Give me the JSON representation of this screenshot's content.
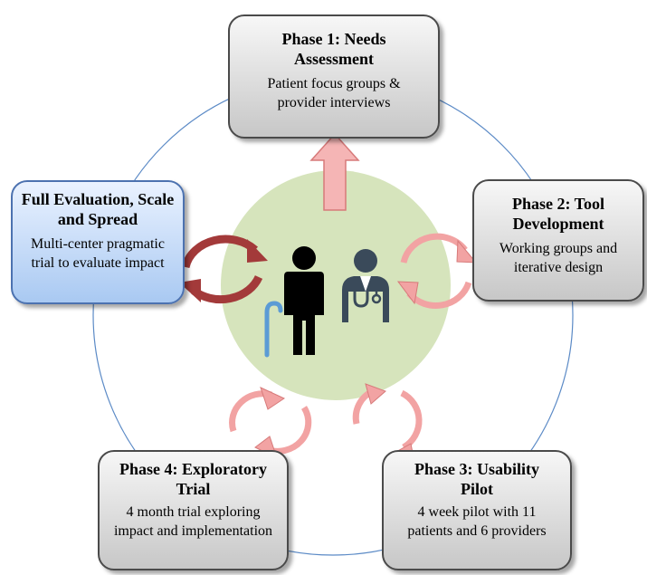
{
  "phases": [
    {
      "id": "needs",
      "title": "Phase 1: Needs Assessment",
      "body": "Patient focus groups & provider interviews"
    },
    {
      "id": "tool",
      "title": "Phase 2: Tool Development",
      "body": "Working groups and iterative design"
    },
    {
      "id": "usability",
      "title": "Phase 3: Usability Pilot",
      "body": "4 week pilot with 11 patients and 6 providers"
    },
    {
      "id": "exploratory",
      "title": "Phase 4: Exploratory Trial",
      "body": "4 month trial exploring impact and implementation"
    },
    {
      "id": "full",
      "title": "Full Evaluation, Scale and Spread",
      "body": "Multi-center pragmatic trial to evaluate impact"
    }
  ],
  "icons": [
    "patient-with-cane-icon",
    "provider-stethoscope-icon"
  ],
  "colors": {
    "ring": "#5b8ac6",
    "center": "#d6e4bc",
    "pink_arrow": "#f2a3a3",
    "pink_arrow_stroke": "#d77a7a",
    "dark_arrow": "#a33a3a",
    "phase_box": "#d0d0d0",
    "full_box": "#b7d0f2",
    "figure": "#000000",
    "provider": "#3a4a5a",
    "cane": "#5b9bd5"
  }
}
